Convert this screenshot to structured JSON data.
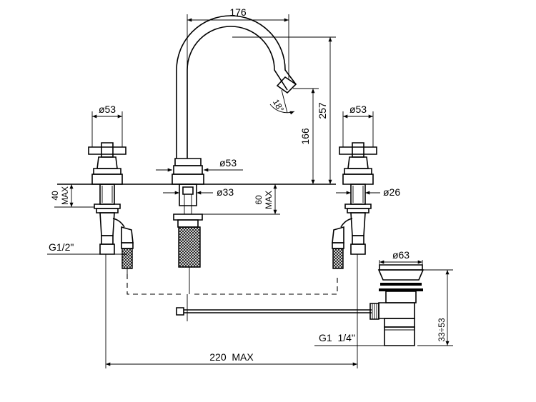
{
  "dimensions": {
    "spout_reach": "176",
    "spout_height": "257",
    "spout_outlet_height": "166",
    "spout_angle": "18°",
    "left_handle_diameter": "ø53",
    "right_handle_diameter": "ø53",
    "spout_base_diameter": "ø53",
    "spout_shank_diameter": "ø33",
    "right_shank_diameter": "ø26",
    "left_deck_thickness": "40",
    "left_deck_max": "MAX",
    "spout_deck_thickness": "60",
    "spout_deck_max": "MAX",
    "left_inlet_thread": "G1/2\"",
    "waste_diameter": "ø63",
    "waste_thread": "G1  1/4\"",
    "waste_range": "33÷53",
    "overall_width": "220  MAX"
  }
}
